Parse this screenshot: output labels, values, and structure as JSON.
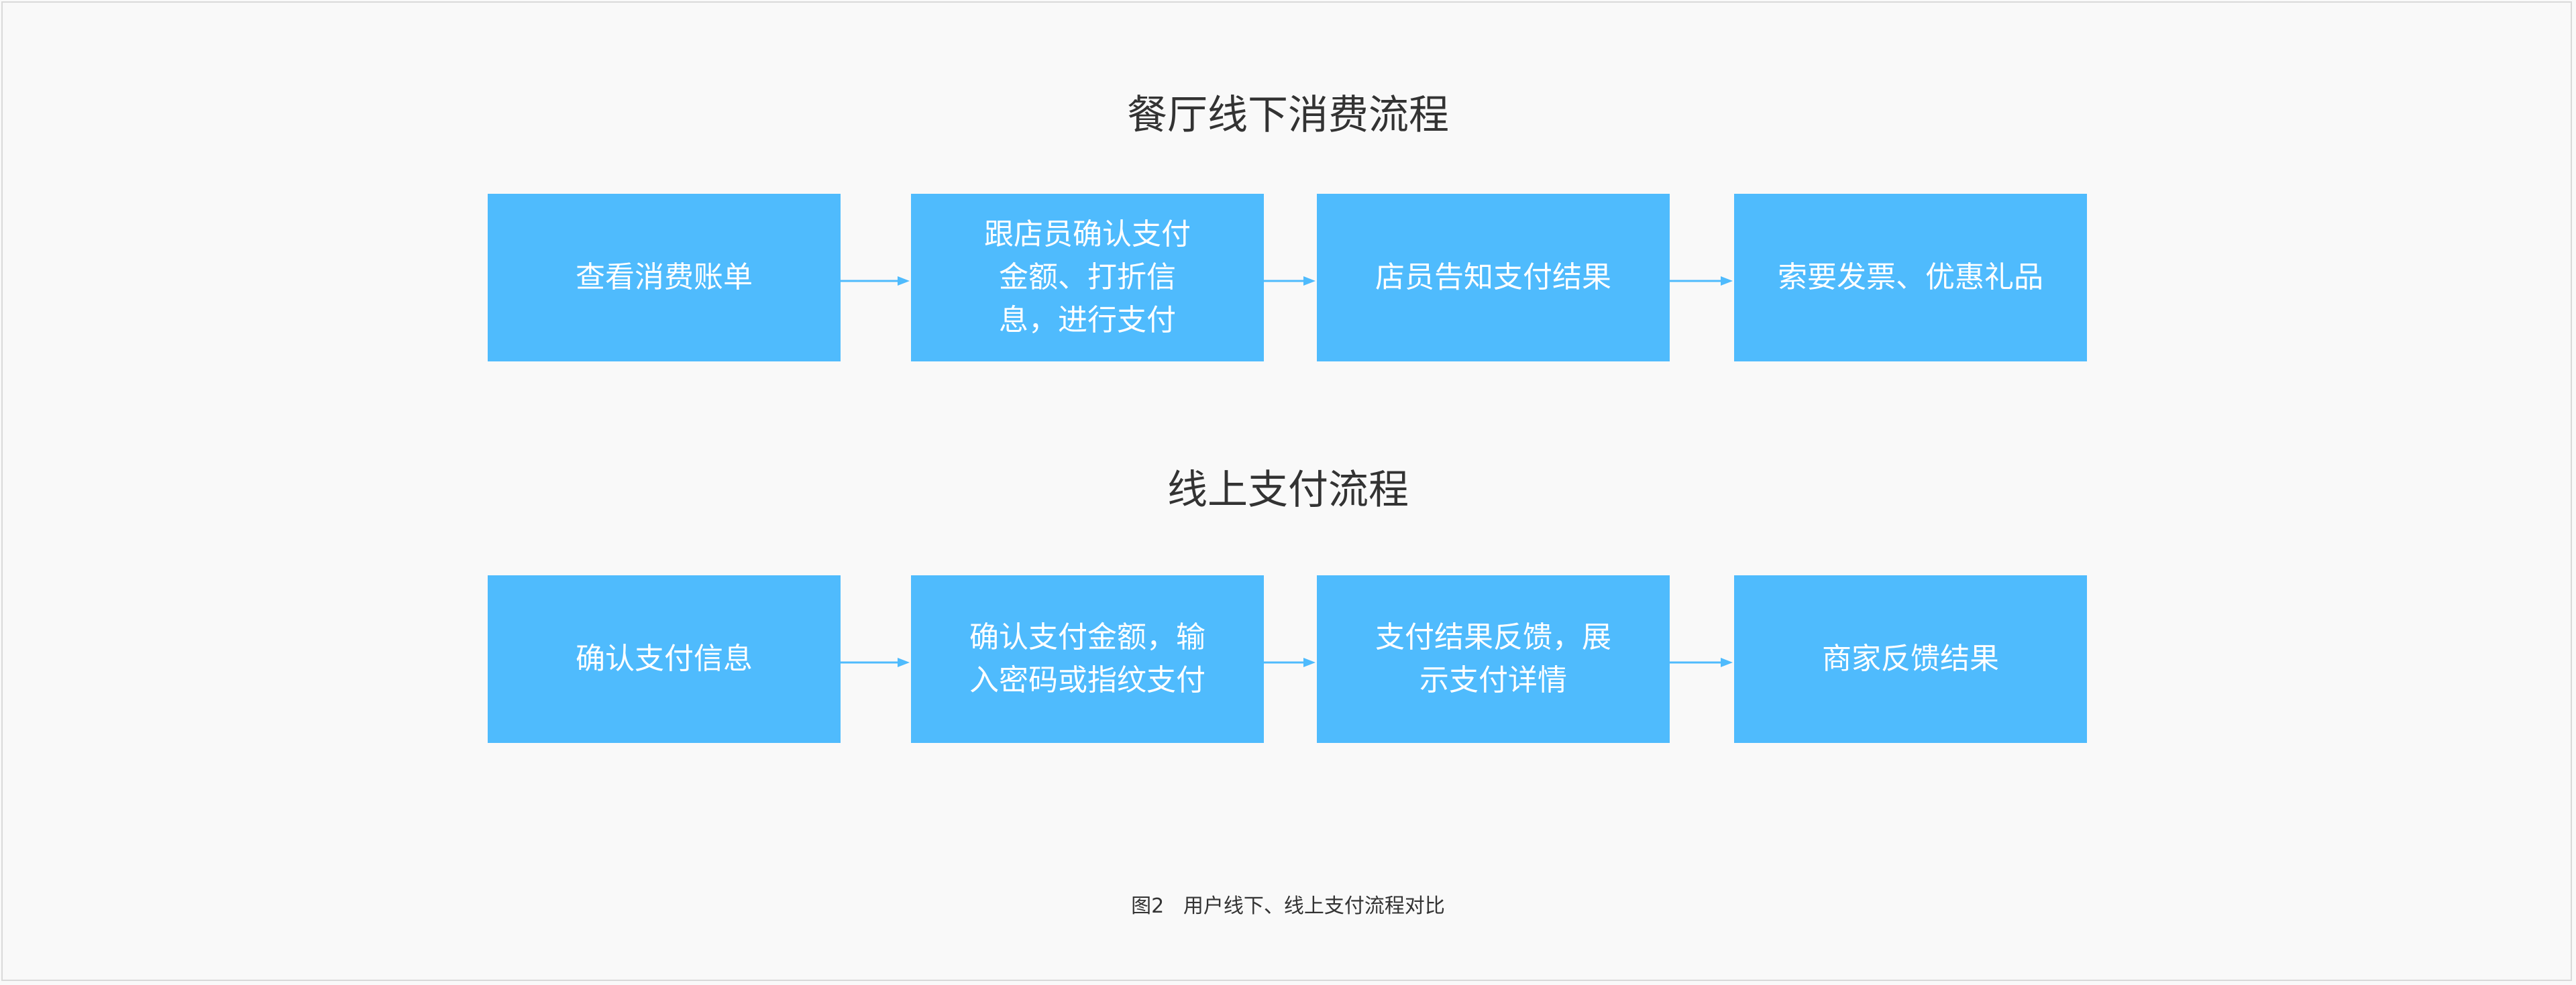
{
  "colors": {
    "background": "#f9f9f9",
    "box_fill": "#4fbbfd",
    "box_text": "#ffffff",
    "arrow": "#4fbbfd",
    "title_text": "#333333"
  },
  "offline": {
    "title": "餐厅线下消费流程",
    "steps": [
      "查看消费账单",
      "跟店员确认支付\n金额、打折信\n息，进行支付",
      "店员告知支付结果",
      "索要发票、优惠礼品"
    ]
  },
  "online": {
    "title": "线上支付流程",
    "steps": [
      "确认支付信息",
      "确认支付金额，输\n入密码或指纹支付",
      "支付结果反馈，展\n示支付详情",
      "商家反馈结果"
    ]
  },
  "caption": "图2   用户线下、线上支付流程对比"
}
